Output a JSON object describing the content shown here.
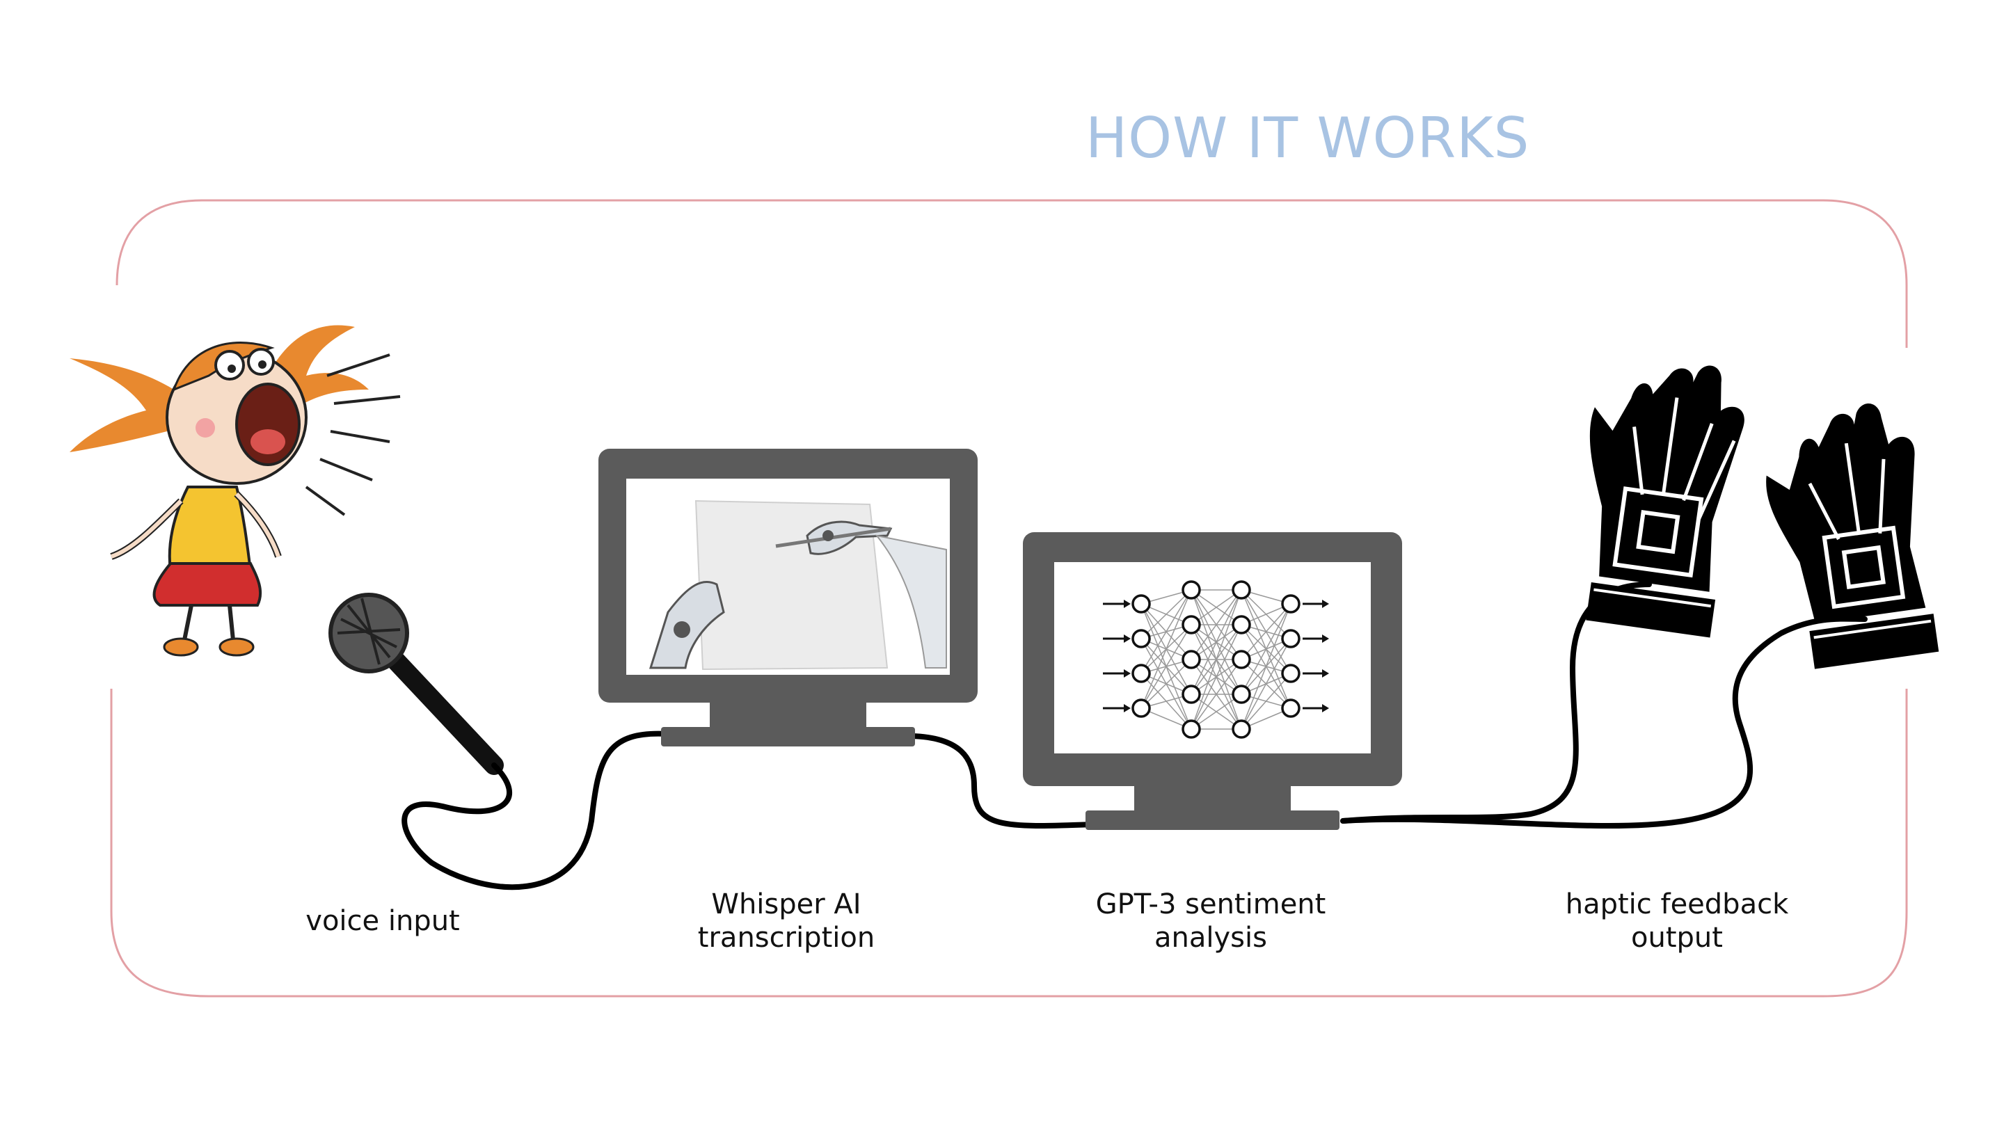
{
  "title": "HOW IT WORKS",
  "colors": {
    "title": "#a8c3e3",
    "frame": "#e3a0a5",
    "monitor": "#5b5b5b",
    "cable": "#000000"
  },
  "stages": [
    {
      "label": "voice input",
      "icon": "microphone-icon"
    },
    {
      "label": "Whisper AI",
      "label2": "transcription",
      "icon": "robot-writing-icon"
    },
    {
      "label": "GPT-3 sentiment",
      "label2": "analysis",
      "icon": "neural-network-icon"
    },
    {
      "label": "haptic feedback",
      "label2": "output",
      "icon": "haptic-glove-icon"
    }
  ]
}
